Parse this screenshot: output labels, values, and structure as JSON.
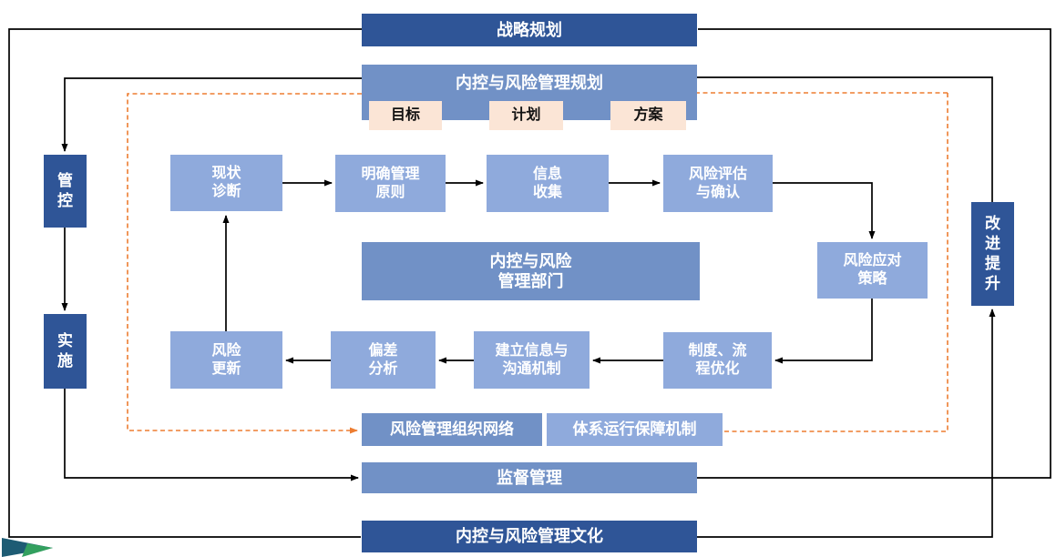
{
  "diagram": {
    "top": {
      "strategic_planning": "战略规划",
      "ic_risk_planning": "内控与风险管理规划",
      "goal": "目标",
      "plan": "计划",
      "scheme": "方案"
    },
    "left_rail": {
      "control": "管控",
      "implement": "实施"
    },
    "right_rail": {
      "improve": "改进提升"
    },
    "process": {
      "status_diagnosis": "现状\n诊断",
      "clarify_principles": "明确管理\n原则",
      "info_collection": "信息\n收集",
      "risk_assessment": "风险评估\n与确认",
      "risk_response": "风险应对\n策略",
      "system_optimization": "制度、流\n程优化",
      "communication_mechanism": "建立信息与\n沟通机制",
      "deviation_analysis": "偏差\n分析",
      "risk_update": "风险\n更新"
    },
    "center": {
      "dept": "内控与风险\n管理部门"
    },
    "bottom": {
      "org_network": "风险管理组织网络",
      "operation_mechanism": "体系运行保障机制",
      "supervision": "监督管理",
      "culture": "内控与风险管理文化"
    },
    "colors": {
      "dark_blue": "#2F5597",
      "medium_blue": "#7191C6",
      "light_blue": "#8FAADC",
      "peach": "#FBE5D6",
      "dash_orange": "#ED7D31",
      "line_black": "#000000",
      "logo_teal": "#1E5C74",
      "logo_green": "#33A05F"
    }
  }
}
